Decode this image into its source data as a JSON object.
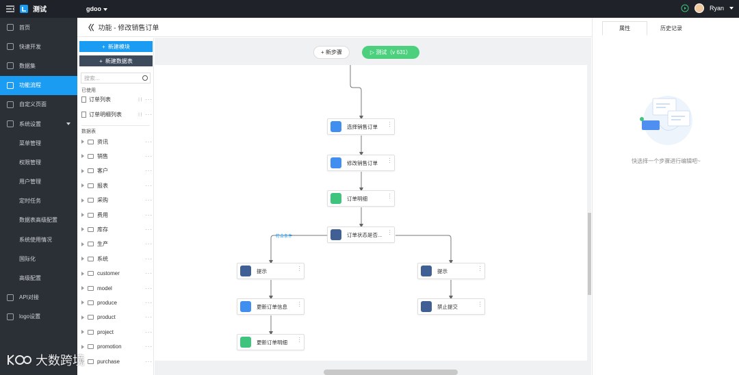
{
  "topbar": {
    "app_title": "测试",
    "project": "gdoo",
    "user": "Ryan"
  },
  "sidebar": {
    "items": [
      {
        "label": "首页",
        "icon": "home-icon"
      },
      {
        "label": "快速开发",
        "icon": "cube-icon"
      },
      {
        "label": "数据集",
        "icon": "database-icon"
      },
      {
        "label": "功能流程",
        "icon": "flow-icon",
        "active": true
      },
      {
        "label": "自定义页面",
        "icon": "page-icon"
      },
      {
        "label": "系统设置",
        "icon": "settings-icon"
      },
      {
        "label": "菜单管理",
        "sub": true
      },
      {
        "label": "权限管理",
        "sub": true
      },
      {
        "label": "用户管理",
        "sub": true
      },
      {
        "label": "定时任务",
        "sub": true
      },
      {
        "label": "数据表高级配置",
        "sub": true
      },
      {
        "label": "系统使用情况",
        "sub": true
      },
      {
        "label": "国际化",
        "sub": true
      },
      {
        "label": "高级配置",
        "sub": true
      },
      {
        "label": "API对接",
        "icon": "api-icon"
      },
      {
        "label": "logo设置",
        "icon": "image-icon"
      }
    ]
  },
  "header": {
    "title": "功能 - 修改销售订单"
  },
  "panel": {
    "new_module": "新建模块",
    "new_table": "新建数据表",
    "search_placeholder": "搜索...",
    "used_label": "已使用",
    "used_items": [
      "订单列表",
      "订单明细列表"
    ],
    "tables_label": "数据表",
    "tree": [
      "资讯",
      "销售",
      "客户",
      "报表",
      "采购",
      "费用",
      "库存",
      "生产",
      "系统",
      "customer",
      "model",
      "produce",
      "product",
      "project",
      "promotion",
      "purchase"
    ]
  },
  "canvas": {
    "add_step": "新步骤",
    "test_button": "测试（v 631）",
    "condition_tag": "符合条件",
    "nodes": [
      {
        "label": "选择销售订单",
        "color": "#3f8ef0"
      },
      {
        "label": "修改销售订单",
        "color": "#3f8ef0"
      },
      {
        "label": "订单明细",
        "color": "#3ec47d"
      },
      {
        "label": "订单状态是否...",
        "color": "#3f5f95"
      },
      {
        "label": "提示",
        "color": "#3f5f95"
      },
      {
        "label": "提示",
        "color": "#3f5f95"
      },
      {
        "label": "更新订单信息",
        "color": "#3f8ef0"
      },
      {
        "label": "禁止提交",
        "color": "#3f5f95"
      },
      {
        "label": "更新订单明细",
        "color": "#3ec47d"
      }
    ]
  },
  "right_panel": {
    "tabs": [
      "属性",
      "历史记录"
    ],
    "empty_tip": "快选择一个步骤进行编辑吧~"
  },
  "watermark": "大数跨境"
}
